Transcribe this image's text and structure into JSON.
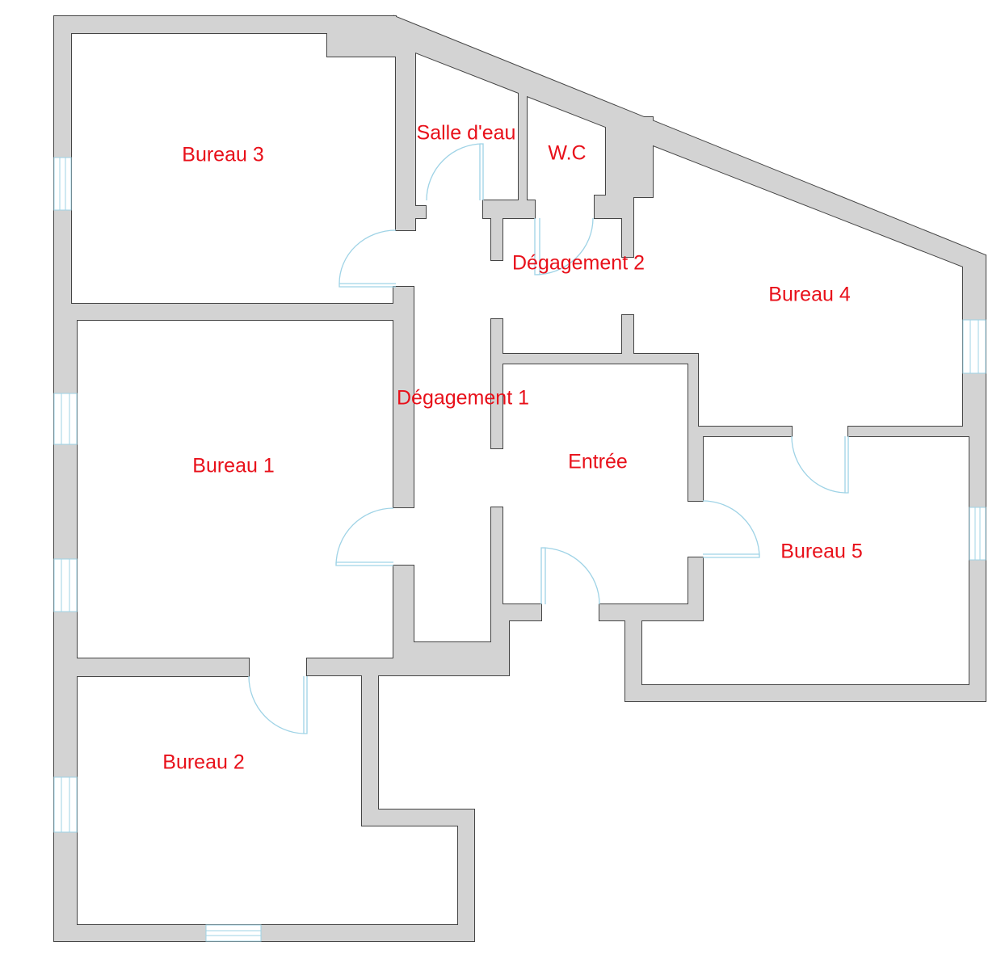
{
  "plan": {
    "colors": {
      "wall": "#d3d3d3",
      "wall_outline": "#444444",
      "label": "#e8101a",
      "door": "#9fd3e6"
    },
    "rooms": {
      "bureau3": "Bureau 3",
      "salle_deau": "Salle d'eau",
      "wc": "W.C",
      "degagement2": "Dégagement 2",
      "bureau4": "Bureau 4",
      "degagement1": "Dégagement 1",
      "entree": "Entrée",
      "bureau1": "Bureau 1",
      "bureau5": "Bureau 5",
      "bureau2": "Bureau 2"
    }
  }
}
